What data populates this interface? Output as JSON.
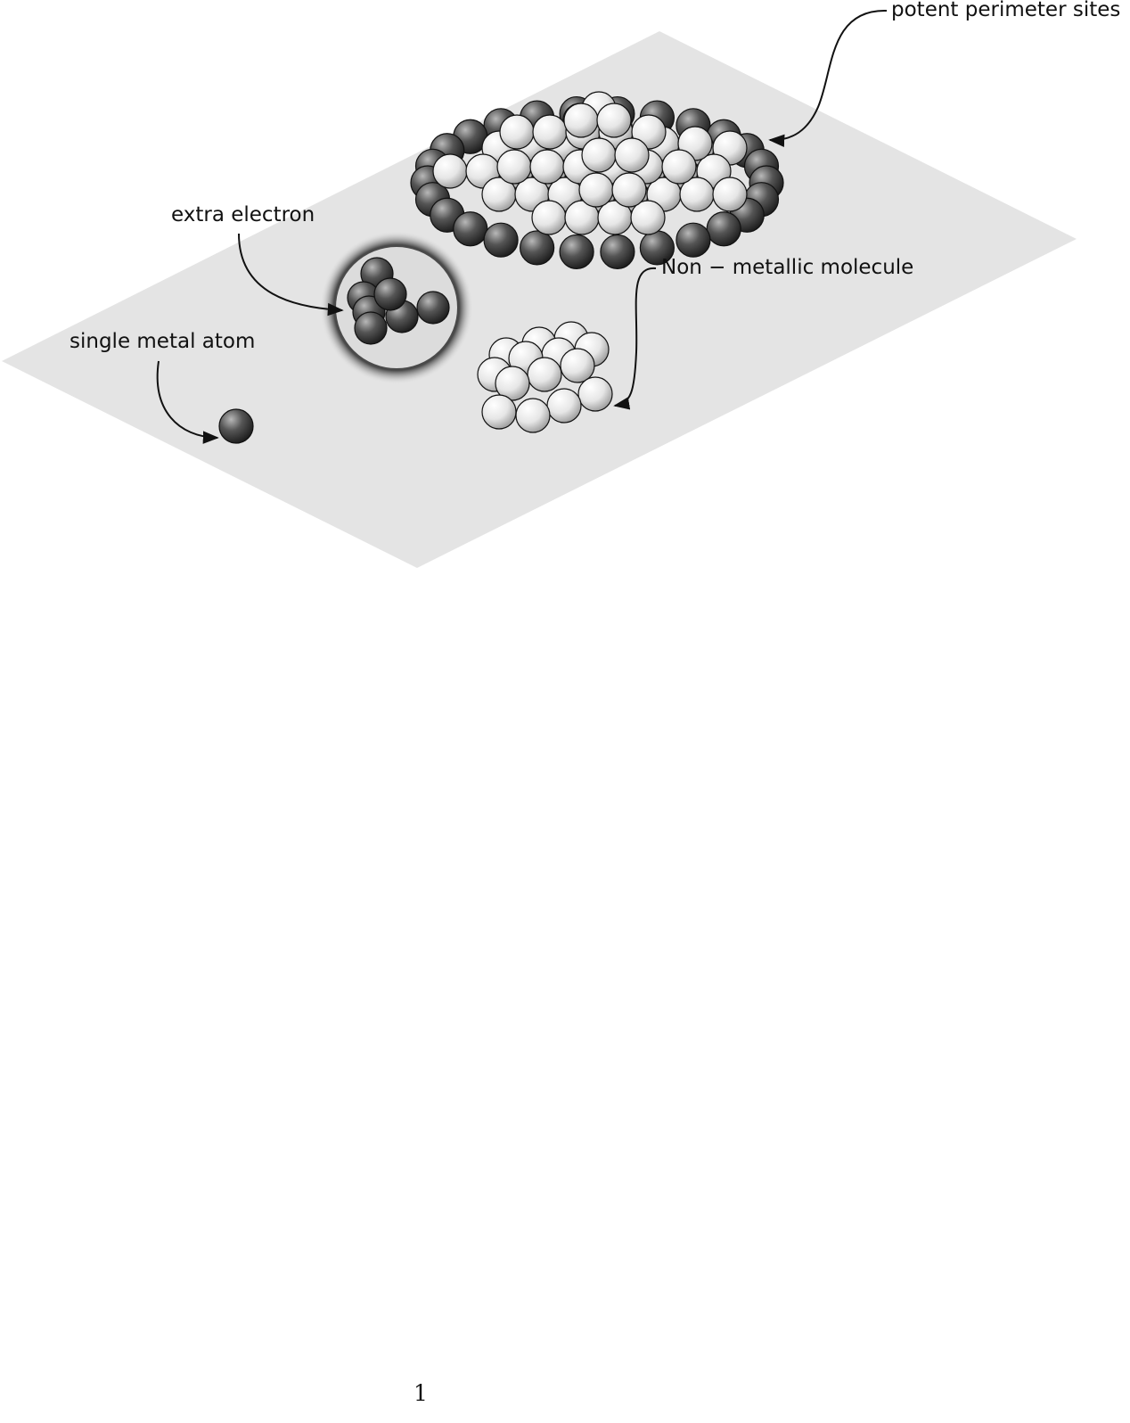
{
  "diagram": {
    "labels": {
      "perimeter": "potent perimeter sites",
      "electron": "extra electron",
      "nonmetal": "Non − metallic molecule",
      "single": "single metal atom"
    },
    "colors": {
      "substrate": "#e4e4e4",
      "dark_atom": "#3a3a3a",
      "light_atom": "#f2f2f2",
      "arrow": "#111111"
    }
  },
  "page": {
    "number": "1"
  }
}
